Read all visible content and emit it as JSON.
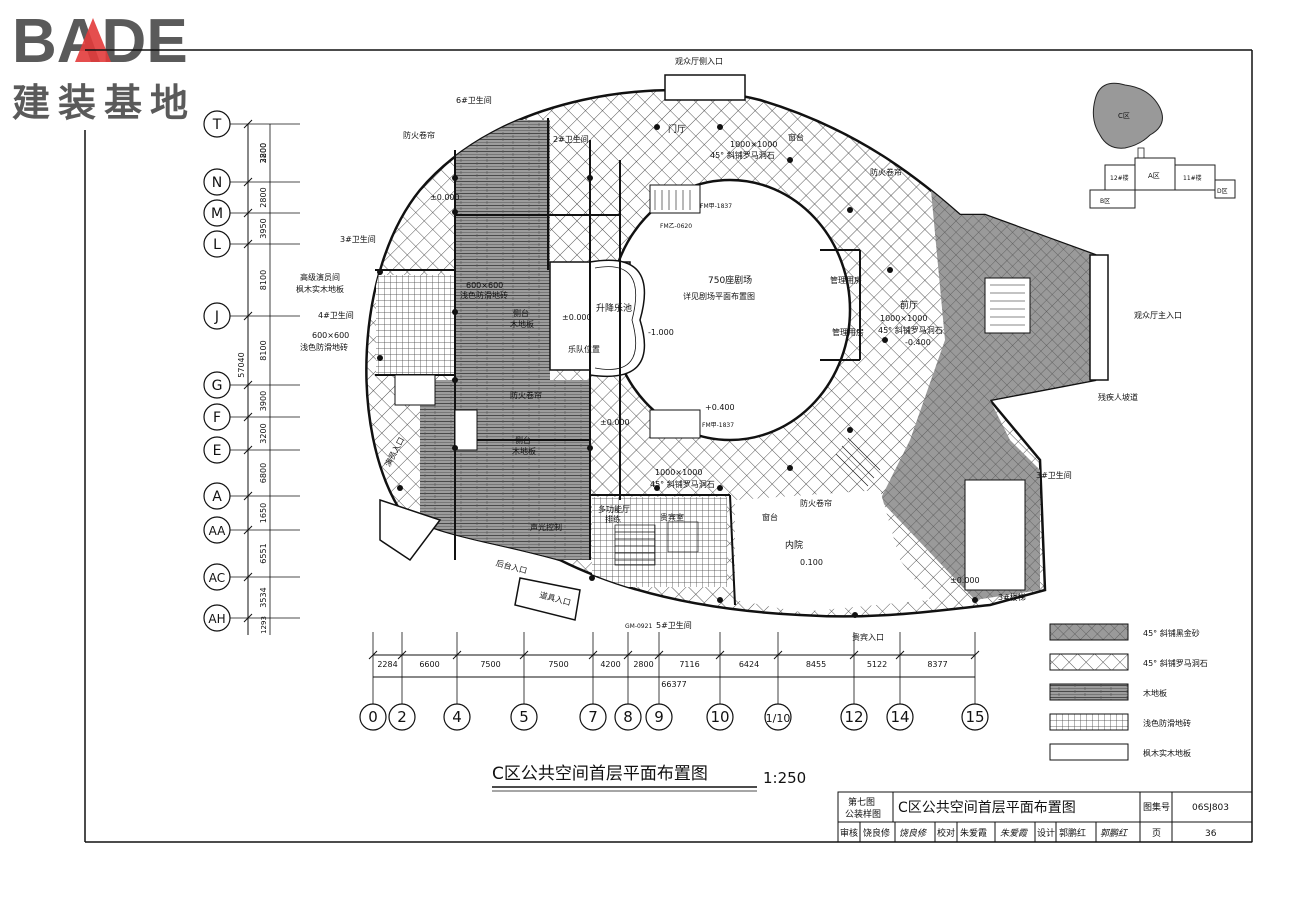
{
  "logo": {
    "brand": "BADE",
    "subtitle": "建装基地",
    "accent_color": "#e23b3b",
    "gray_color": "#5a5a5a"
  },
  "axes": {
    "rows": [
      {
        "label": "T",
        "dim": ""
      },
      {
        "label": "N",
        "dim": "3200"
      },
      {
        "label": "M",
        "dim": "2800"
      },
      {
        "label": "L",
        "dim": "3950"
      },
      {
        "label": "J",
        "dim": "8100"
      },
      {
        "label": "G",
        "dim": "8100"
      },
      {
        "label": "F",
        "dim": "3900"
      },
      {
        "label": "E",
        "dim": "3200"
      },
      {
        "label": "A",
        "dim": "6800"
      },
      {
        "label": "AA",
        "dim": "1650"
      },
      {
        "label": "AC",
        "dim": "6551"
      },
      {
        "label": "AH",
        "dim": "3534"
      }
    ],
    "row_extra_dims": [
      "2800",
      "1293"
    ],
    "row_total": "57040",
    "cols": [
      {
        "label": "0"
      },
      {
        "label": "2"
      },
      {
        "label": "4"
      },
      {
        "label": "5"
      },
      {
        "label": "7"
      },
      {
        "label": "8"
      },
      {
        "label": "9"
      },
      {
        "label": "10"
      },
      {
        "label": "1/10"
      },
      {
        "label": "12"
      },
      {
        "label": "14"
      },
      {
        "label": "15"
      }
    ],
    "col_dims": [
      "2284",
      "6600",
      "7500",
      "7500",
      "4200",
      "2800",
      "7116",
      "6424",
      "8455",
      "5122",
      "8377"
    ],
    "col_total": "66377"
  },
  "rooms": {
    "hall750": "750座剧场",
    "hall750_note": "详见剧场平面布置图",
    "lift_pit": "升降乐池",
    "lift_pit_level": "-1.000",
    "stage_level": "±0.000",
    "front_lobby": "门厅",
    "front_lobby_spec": "1000×1000",
    "front_lobby_finish": "45° 斜铺罗马洞石",
    "lobby": "前厅",
    "lobby_spec": "1000×1000",
    "lobby_finish": "45° 斜铺罗马洞石",
    "foyer_spec": "1000×1000",
    "foyer_finish": "45° 斜铺罗马洞石",
    "courtyard": "内院",
    "courtyard_level": "0.100",
    "vip_room": "贵宾室",
    "vip_entrance": "贵宾入口",
    "audience_entrance_top": "观众厅侧入口",
    "audience_main_entrance": "观众厅主入口",
    "disabled_ramp": "残疾人坡道",
    "actor_entrance": "演员入口",
    "stage_entrance": "后台入口",
    "scenery_entrance": "道具入口",
    "wc3": "3#卫生间",
    "wc3b": "3#卫生间",
    "wc4": "4#卫生间",
    "wc5": "5#卫生间",
    "wc6": "6#卫生间",
    "wc2": "2#卫生间",
    "senior_dressing": "高级演员间",
    "senior_dressing_finish": "枫木实木地板",
    "tile_600": "600×600",
    "tile_finish": "浅色防滑地砖",
    "tile_600b": "600×600",
    "tile_finishb": "浅色防滑地砖",
    "side_stage": "侧台",
    "side_stage_finish": "木地板",
    "back_stage": "侧台",
    "back_stage_finish": "木地板",
    "fire_roller1": "防火卷帘",
    "fire_roller2": "防火卷帘",
    "fire_roller3": "防火卷帘",
    "fire_roller4": "防火卷帘",
    "orchestra": "乐队位置",
    "sound_control": "声光控制",
    "manage1": "管理用房",
    "manage2": "管理用房",
    "stair3": "3#楼梯",
    "window": "窗台",
    "window2": "窗台",
    "level_plus": "±0.000",
    "level_stage": "+0.400",
    "level_lobby": "-0.400",
    "level_back": "±0.000",
    "level_wc": "±0.000",
    "big_room": "多功能厅",
    "big_room_sub": "排练",
    "door_code1": "FM甲-1837",
    "door_code2": "FM乙-0620",
    "door_code3": "FM甲-1837",
    "door_code4": "GM-0921"
  },
  "legend": [
    {
      "label": "45° 斜铺黑金砂",
      "pattern": "dense",
      "color": "#8a8a8a"
    },
    {
      "label": "45° 斜铺罗马洞石",
      "pattern": "cross",
      "color": "#444444"
    },
    {
      "label": "木地板",
      "pattern": "wood",
      "color": "#555555"
    },
    {
      "label": "浅色防滑地砖",
      "pattern": "grid",
      "color": "#555555"
    },
    {
      "label": "枫木实木地板",
      "pattern": "blank",
      "color": "#ffffff"
    }
  ],
  "keymap": {
    "c_zone": "C区",
    "a_zone": "A区",
    "b_zone": "B区",
    "d_zone": "D区",
    "building12": "12#楼",
    "building11": "11#楼"
  },
  "title_main": "C区公共空间首层平面布置图",
  "title_scale": "1:250",
  "title_block": {
    "category1": "第七图",
    "category2": "公装样图",
    "drawing_name": "C区公共空间首层平面布置图",
    "atlas_label": "图集号",
    "atlas_no": "06SJ803",
    "review_label": "审核",
    "reviewer": "饶良修",
    "check_label": "校对",
    "checker": "朱爱霞",
    "design_label": "设计",
    "designer": "郭鹏红",
    "page_label": "页",
    "page_no": "36"
  }
}
